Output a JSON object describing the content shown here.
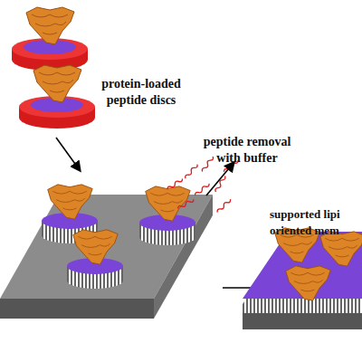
{
  "diagram": {
    "labels": [
      "protein-loaded peptide discs",
      "peptide removal with buffer",
      "supported lipi oriented mem"
    ]
  }
}
